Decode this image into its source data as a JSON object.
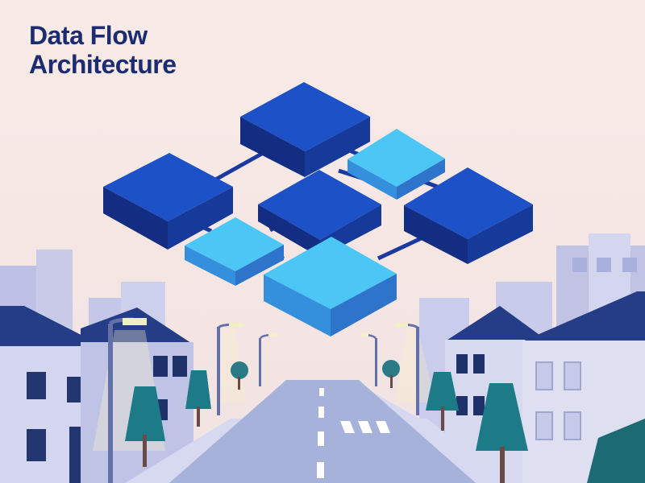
{
  "title": {
    "line1": "Data Flow",
    "line2": "Architecture"
  },
  "colors": {
    "background": "#f7e9e6",
    "title": "#1c2c70",
    "dark_block_top": "#1c4fc2",
    "dark_block_side": "#132d80",
    "light_block_top": "#49c2f1",
    "light_block_side": "#3185db",
    "connector": "#1b3aa0",
    "house_wall": "#c9cde9",
    "house_roof": "#253d86",
    "road": "#a7b2da",
    "tree": "#1c7b86"
  },
  "icons": [
    "building-block",
    "street-lamp",
    "house",
    "tree",
    "road"
  ]
}
